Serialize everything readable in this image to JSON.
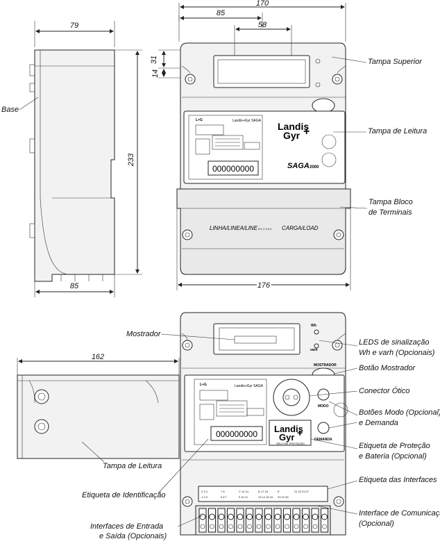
{
  "dimensions": {
    "width_170": "170",
    "width_85_top": "85",
    "width_58": "58",
    "width_79": "79",
    "height_31": "31",
    "height_14": "14",
    "height_233": "233",
    "width_85_bottom": "85",
    "width_176": "176",
    "width_162": "162"
  },
  "labels": {
    "base": "Base",
    "tampa_superior": "Tampa Superior",
    "tampa_leitura_top": "Tampa de Leitura",
    "tampa_bloco_1": "Tampa Bloco",
    "tampa_bloco_2": "de Terminais",
    "mostrador": "Mostrador",
    "leds_1": "LEDS de sinalização",
    "leds_2": "Wh e varh (Opcionais)",
    "botao_mostrador": "Botão Mostrador",
    "conector_otico": "Conector Ótico",
    "botoes_1": "Botões Modo (Opcional)",
    "botoes_2": "e Demanda",
    "etiqueta_protecao_1": "Etiqueta de Proteção",
    "etiqueta_protecao_2": "e Bateria (Opcional)",
    "etiqueta_interfaces": "Etiqueta das Interfaces",
    "interface_com_1": "Interface de Comunicação",
    "interface_com_2": "(Opcional)",
    "tampa_leitura_bottom": "Tampa de Leitura",
    "etiqueta_identificacao": "Etiqueta de Identificação",
    "interfaces_es_1": "Interfaces de Entrada",
    "interfaces_es_2": "e Saída (Opcionais)"
  },
  "meter": {
    "brand_line1": "Landis",
    "brand_line2": "Gyr",
    "brand_plus": "+",
    "model_header": "Landis+Gyr SAGA",
    "saga_logo": "SAGA",
    "saga_suffix": "2000",
    "serial": "000000000",
    "linha_label": "LINHA/LINEA/LINE",
    "carga_label": "CARGA/LOAD",
    "code_small": "8 K 2 0 6 0",
    "selo": "SELO DE PROTEÇÃO",
    "mostrador_btn": "MOSTRADOR",
    "modo_btn": "MODO",
    "demanda_btn": "DEMANDA",
    "wh": "Wh",
    "varh": "varh",
    "terminal_groups": [
      "2 3 4",
      "1 2 3",
      "7 8",
      "5 6 7",
      "C 12 14",
      "9 10 11",
      "D 17 18",
      "13 14 15 16",
      "E",
      "23 24 25",
      "21 22 23 27"
    ]
  }
}
